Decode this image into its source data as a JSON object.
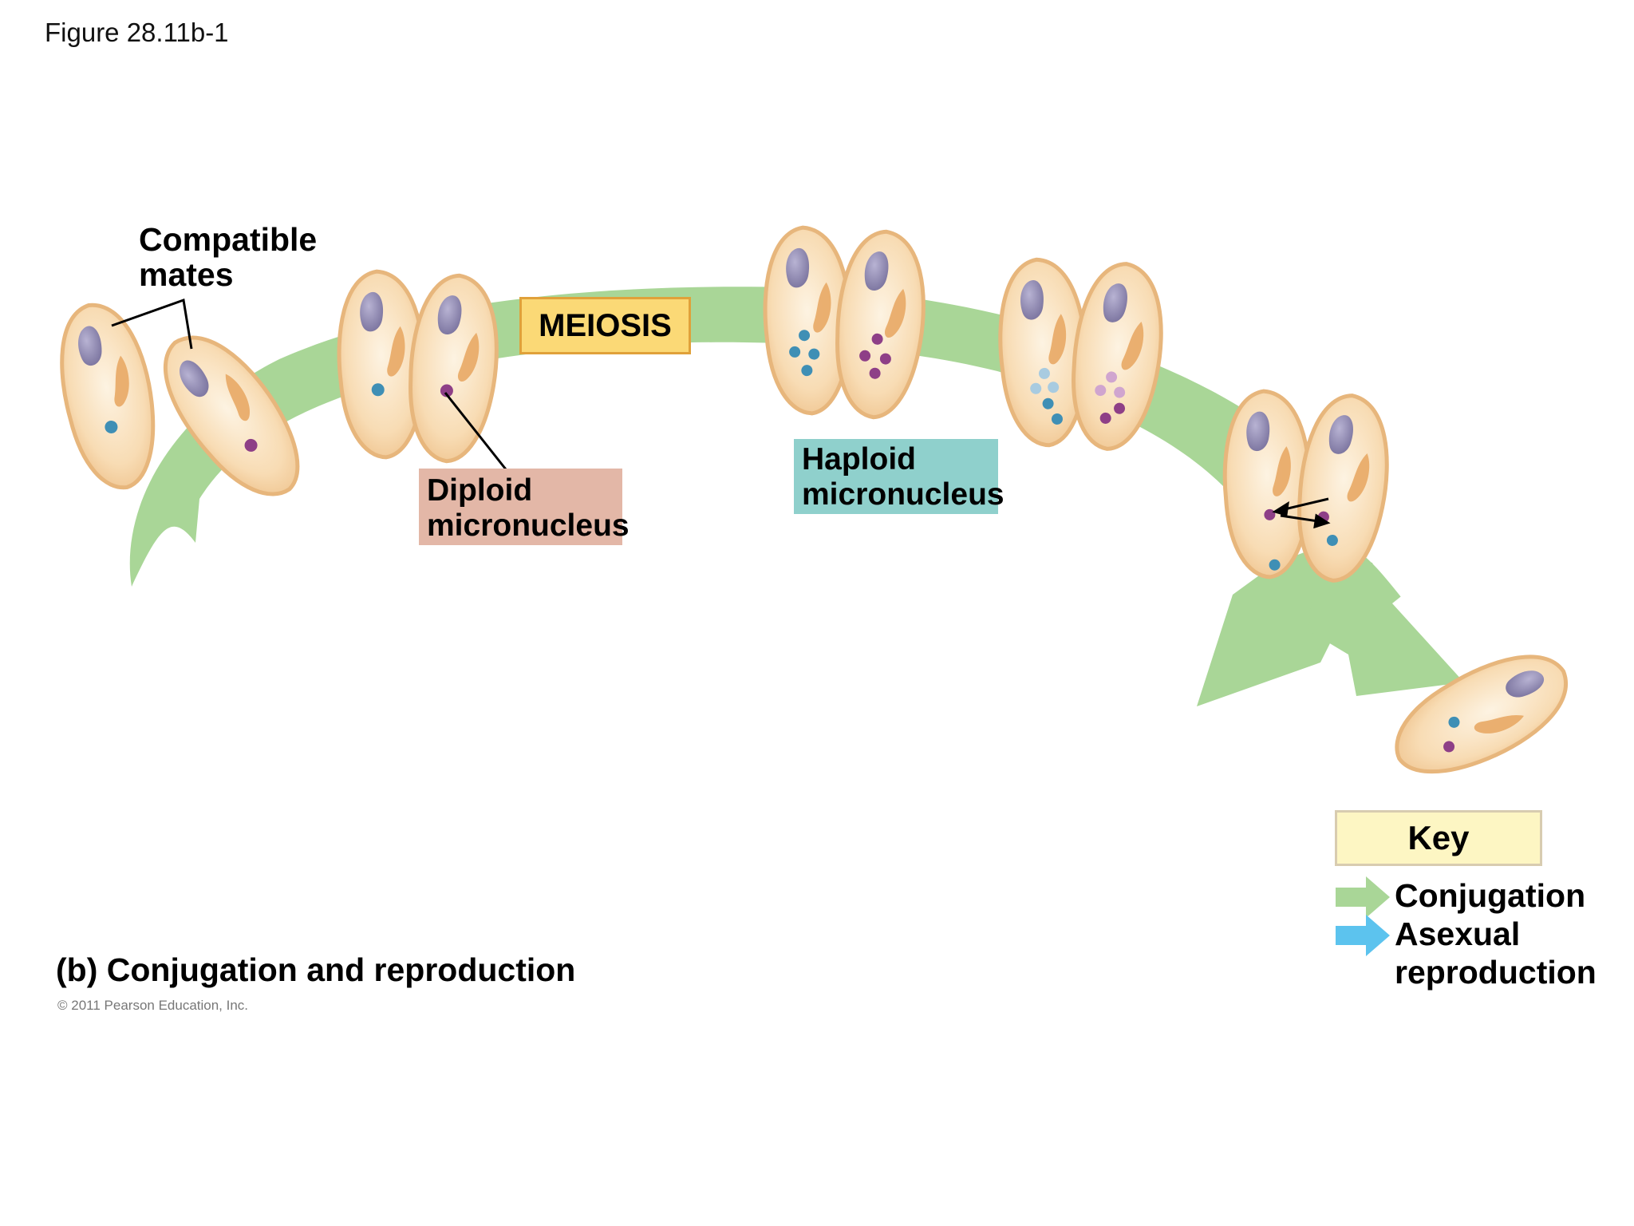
{
  "figure_label": "Figure 28.11b-1",
  "labels": {
    "compatible_mates": "Compatible mates",
    "meiosis": "MEIOSIS",
    "diploid_micronucleus": "Diploid micronucleus",
    "haploid_micronucleus": "Haploid micronucleus"
  },
  "key": {
    "title": "Key",
    "items": [
      {
        "label": "Conjugation",
        "color": "#a9d697"
      },
      {
        "label": "Asexual reproduction",
        "color": "#5cc3ee"
      }
    ]
  },
  "caption": "(b) Conjugation and reproduction",
  "copyright": "© 2011 Pearson Education, Inc.",
  "colors": {
    "flow_arrow": "#a9d697",
    "cell_body": "#f8dcb4",
    "cell_outline": "#ecbf86",
    "macronucleus": "#8c86ad",
    "micronucleus_blue": "#3f8fb5",
    "micronucleus_purple": "#8e3f87",
    "micronucleus_pale_blue": "#a8cbe0",
    "micronucleus_pale_purple": "#d0a5cf",
    "meiosis_box": "#fbd976",
    "diploid_box": "#e3b7a7",
    "haploid_box": "#8fd0cc",
    "key_box": "#fdf6c3"
  }
}
